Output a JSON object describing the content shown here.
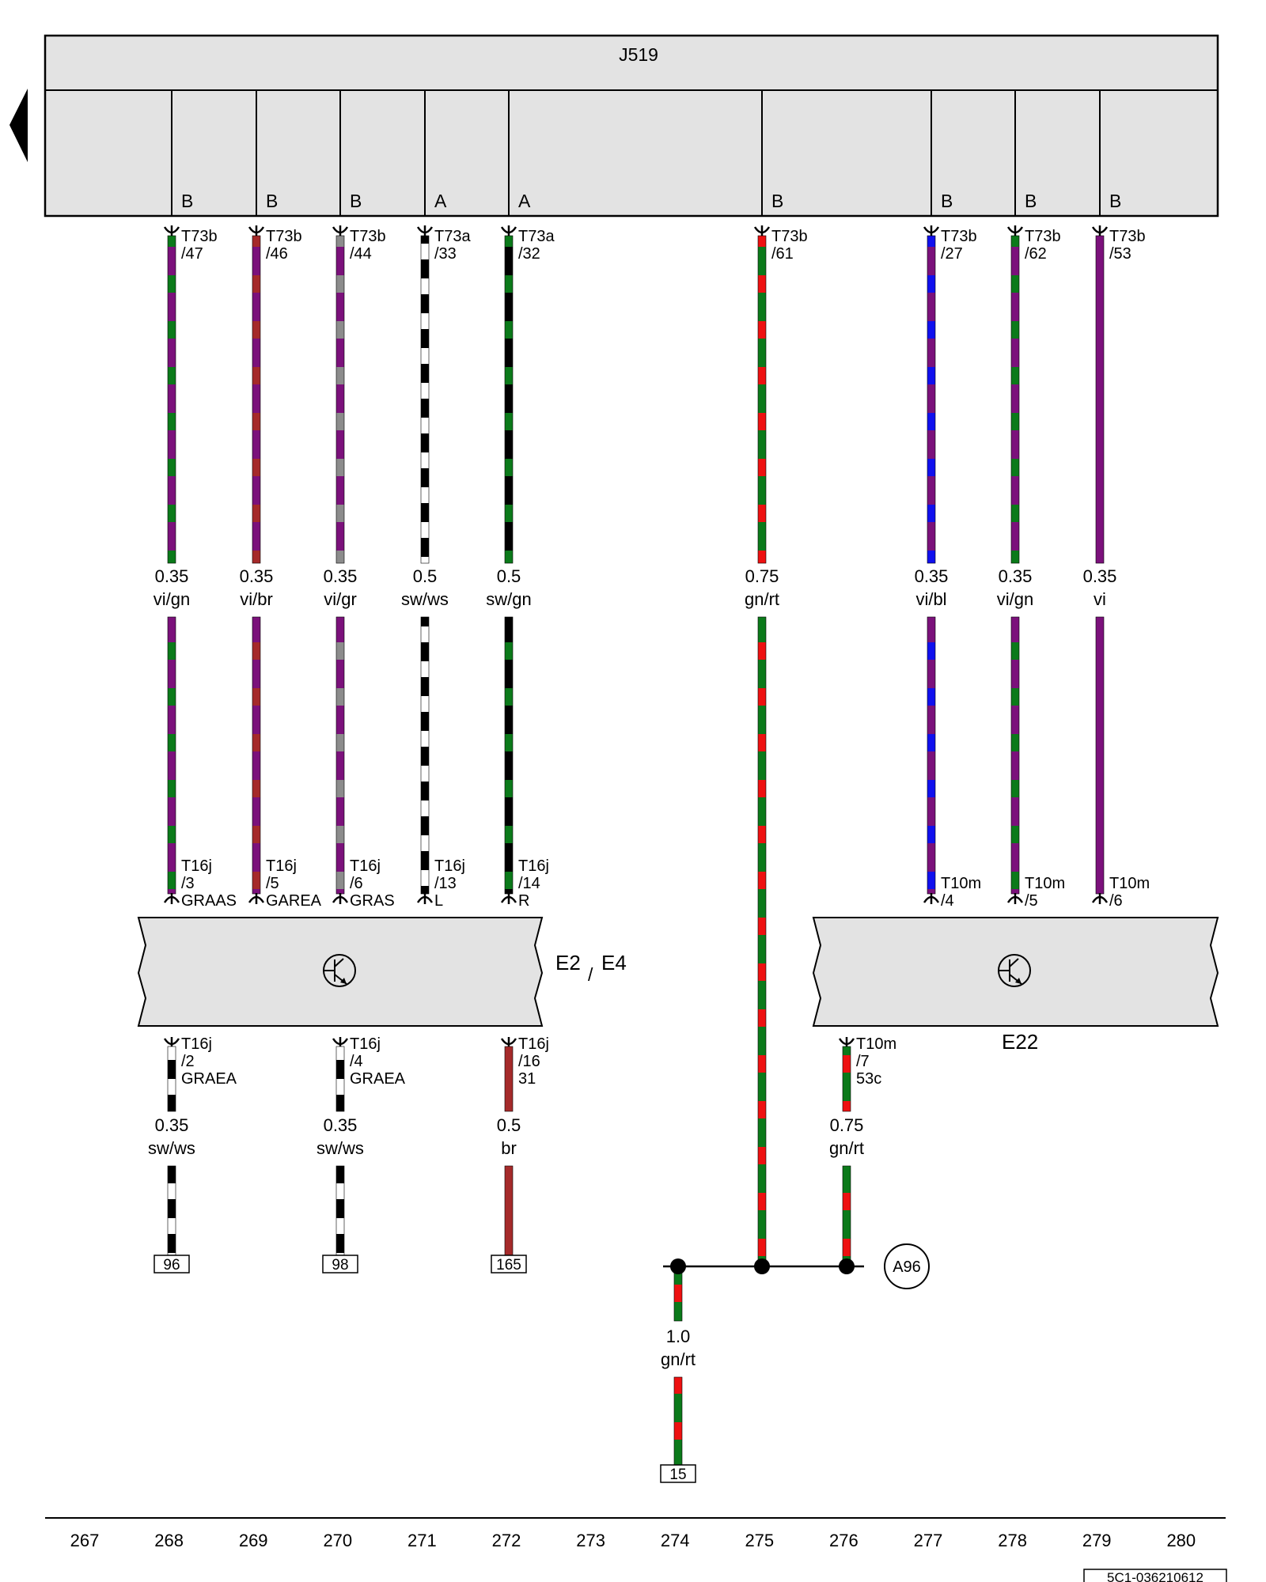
{
  "page_title": "J519",
  "control_unit": {
    "name": "J519",
    "section_letters": [
      "B",
      "B",
      "B",
      "A",
      "A",
      "B",
      "B",
      "B",
      "B"
    ]
  },
  "colors": {
    "vi": "#7b117b",
    "gn": "#0b7a1a",
    "br": "#a52a2a",
    "gr": "#8c8c8c",
    "sw": "#000000",
    "ws": "#ffffff",
    "rt": "#ee1111",
    "bl": "#1010ee",
    "box_fill": "#e3e3e3"
  },
  "upper_wires": [
    {
      "pin_conn": "T73b",
      "pin_no": "/47",
      "gauge": "0.35",
      "color_code": "vi/gn",
      "lower_conn": "T16j",
      "lower_no": "/3",
      "lower_func": "GRAAS"
    },
    {
      "pin_conn": "T73b",
      "pin_no": "/46",
      "gauge": "0.35",
      "color_code": "vi/br",
      "lower_conn": "T16j",
      "lower_no": "/5",
      "lower_func": "GAREA"
    },
    {
      "pin_conn": "T73b",
      "pin_no": "/44",
      "gauge": "0.35",
      "color_code": "vi/gr",
      "lower_conn": "T16j",
      "lower_no": "/6",
      "lower_func": "GRAS"
    },
    {
      "pin_conn": "T73a",
      "pin_no": "/33",
      "gauge": "0.5",
      "color_code": "sw/ws",
      "lower_conn": "T16j",
      "lower_no": "/13",
      "lower_func": "L"
    },
    {
      "pin_conn": "T73a",
      "pin_no": "/32",
      "gauge": "0.5",
      "color_code": "sw/gn",
      "lower_conn": "T16j",
      "lower_no": "/14",
      "lower_func": "R"
    },
    {
      "pin_conn": "T73b",
      "pin_no": "/61",
      "gauge": "0.75",
      "color_code": "gn/rt",
      "lower_conn": "",
      "lower_no": "",
      "lower_func": ""
    },
    {
      "pin_conn": "T73b",
      "pin_no": "/27",
      "gauge": "0.35",
      "color_code": "vi/bl",
      "lower_conn": "T10m",
      "lower_no": "/4",
      "lower_func": ""
    },
    {
      "pin_conn": "T73b",
      "pin_no": "/62",
      "gauge": "0.35",
      "color_code": "vi/gn",
      "lower_conn": "T10m",
      "lower_no": "/5",
      "lower_func": ""
    },
    {
      "pin_conn": "T73b",
      "pin_no": "/53",
      "gauge": "0.35",
      "color_code": "vi",
      "lower_conn": "T10m",
      "lower_no": "/6",
      "lower_func": ""
    }
  ],
  "components": {
    "left_name_1": "E2",
    "left_sep": "/",
    "left_name_2": "E4",
    "right_name": "E22"
  },
  "lower_wires": [
    {
      "conn": "T16j",
      "no": "/2",
      "func": "GRAEA",
      "gauge": "0.35",
      "color_code": "sw/ws",
      "target": "96"
    },
    {
      "conn": "T16j",
      "no": "/4",
      "func": "GRAEA",
      "gauge": "0.35",
      "color_code": "sw/ws",
      "target": "98"
    },
    {
      "conn": "T16j",
      "no": "/16",
      "func": "31",
      "gauge": "0.5",
      "color_code": "br",
      "target": "165"
    },
    {
      "conn": "T10m",
      "no": "/7",
      "func": "53c",
      "gauge": "0.75",
      "color_code": "gn/rt",
      "target": ""
    }
  ],
  "junction": {
    "name": "A96",
    "gauge": "1.0",
    "color_code": "gn/rt",
    "target": "15"
  },
  "scale_numbers": [
    "267",
    "268",
    "269",
    "270",
    "271",
    "272",
    "273",
    "274",
    "275",
    "276",
    "277",
    "278",
    "279",
    "280"
  ],
  "doc_id": "5C1-036210612"
}
